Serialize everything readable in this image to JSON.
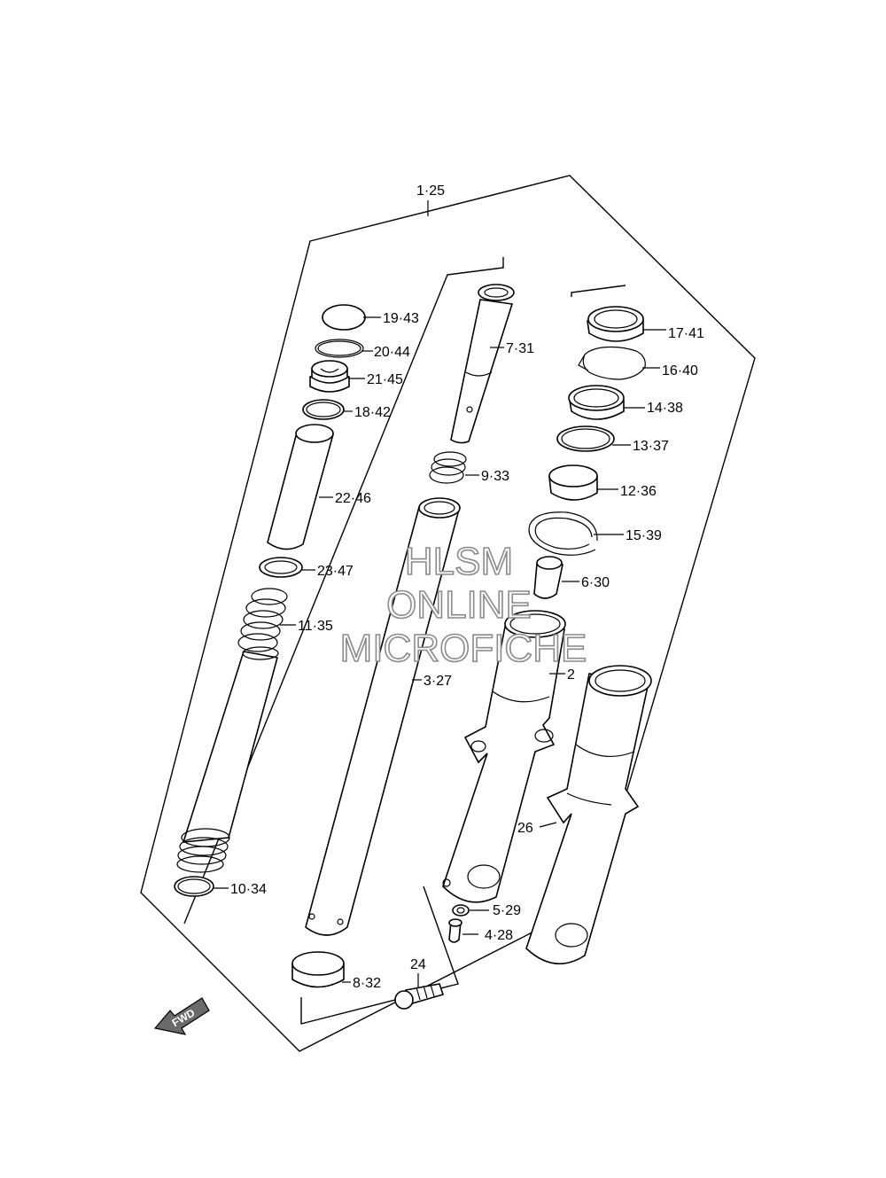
{
  "labels": {
    "l_1_25": "1·25",
    "l_19_43": "19·43",
    "l_20_44": "20·44",
    "l_21_45": "21·45",
    "l_18_42": "18·42",
    "l_22_46": "22·46",
    "l_23_47": "23·47",
    "l_11_35": "11·35",
    "l_10_34": "10·34",
    "l_7_31": "7·31",
    "l_9_33": "9·33",
    "l_3_27": "3·27",
    "l_8_32": "8·32",
    "l_24": "24",
    "l_17_41": "17·41",
    "l_16_40": "16·40",
    "l_14_38": "14·38",
    "l_13_37": "13·37",
    "l_12_36": "12·36",
    "l_15_39": "15·39",
    "l_6_30": "6·30",
    "l_2": "2",
    "l_26": "26",
    "l_5_29": "5·29",
    "l_4_28": "4·28"
  },
  "fwd_arrow": "FWD",
  "watermark": {
    "line1": "HLSM",
    "line2": "ONLINE",
    "line3": "MICROFICHE"
  }
}
